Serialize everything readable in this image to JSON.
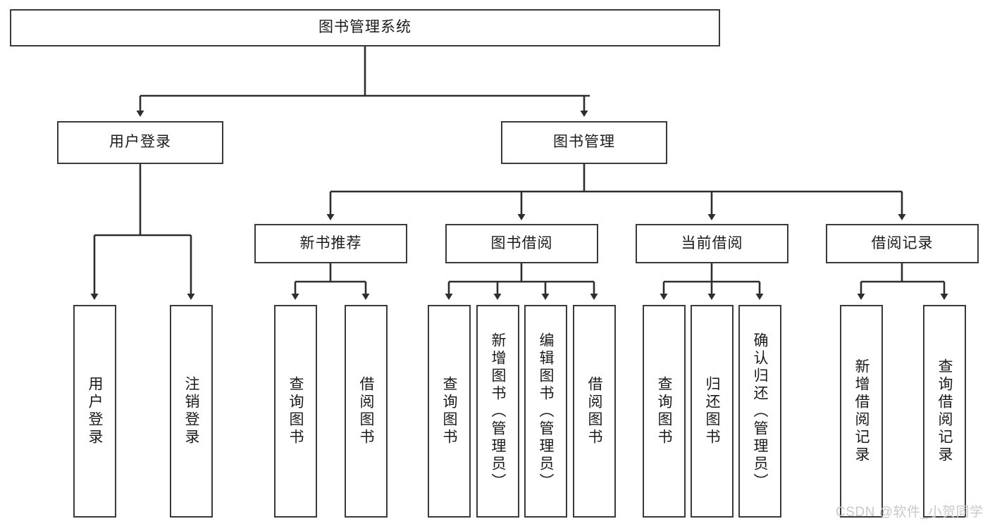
{
  "diagram": {
    "title": "图书管理系统",
    "type": "tree-hierarchy",
    "watermark": "CSDN @软件_小贺同学",
    "colors": {
      "box_border": "#3a3a3a",
      "box_fill": "#ffffff",
      "connector": "#2e2e2e",
      "text": "#1b1b1b",
      "watermark": "#c9c9c9",
      "background": "#ffffff"
    }
  },
  "nodes": {
    "root": {
      "label": "图书管理系统"
    },
    "level2": [
      {
        "id": "user-login",
        "label": "用户登录"
      },
      {
        "id": "book-manage",
        "label": "图书管理"
      }
    ],
    "level3": [
      {
        "id": "new-book-recommend",
        "label": "新书推荐"
      },
      {
        "id": "book-borrow",
        "label": "图书借阅"
      },
      {
        "id": "current-borrow",
        "label": "当前借阅"
      },
      {
        "id": "borrow-record",
        "label": "借阅记录"
      }
    ],
    "leaves": {
      "user-login": [
        {
          "id": "leaf-user-login",
          "label": "用户登录"
        },
        {
          "id": "leaf-logout-login",
          "label": "注销登录"
        }
      ],
      "new-book-recommend": [
        {
          "id": "leaf-query-book-1",
          "label": "查询图书"
        },
        {
          "id": "leaf-borrow-book-1",
          "label": "借阅图书"
        }
      ],
      "book-borrow": [
        {
          "id": "leaf-query-book-2",
          "label": "查询图书"
        },
        {
          "id": "leaf-add-book",
          "label": "新增图书（管理员）"
        },
        {
          "id": "leaf-edit-book",
          "label": "编辑图书（管理员）"
        },
        {
          "id": "leaf-borrow-book-2",
          "label": "借阅图书"
        }
      ],
      "current-borrow": [
        {
          "id": "leaf-query-book-3",
          "label": "查询图书"
        },
        {
          "id": "leaf-return-book",
          "label": "归还图书"
        },
        {
          "id": "leaf-confirm-return",
          "label": "确认归还（管理员）"
        }
      ],
      "borrow-record": [
        {
          "id": "leaf-add-record",
          "label": "新增借阅记录"
        },
        {
          "id": "leaf-query-record",
          "label": "查询借阅记录"
        }
      ]
    }
  }
}
